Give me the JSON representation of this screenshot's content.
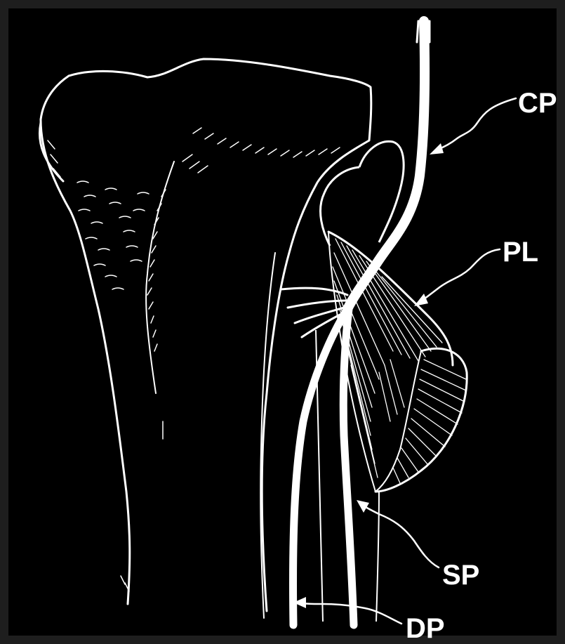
{
  "labels": {
    "cp": "CP",
    "pl": "PL",
    "sp": "SP",
    "dp": "DP"
  },
  "colors": {
    "background": "#000000",
    "line": "#ffffff",
    "border": "#262626"
  }
}
